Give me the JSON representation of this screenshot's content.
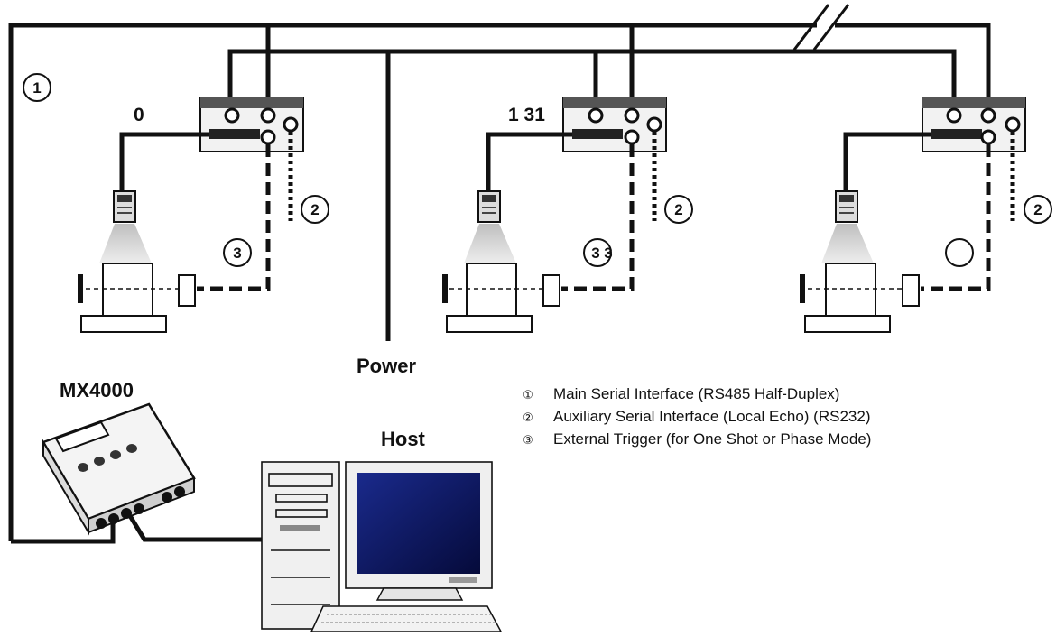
{
  "labels": {
    "node_0": "0",
    "node_1": "1 31",
    "power": "Power",
    "controller": "MX4000",
    "host": "Host"
  },
  "callouts": {
    "c1": "1",
    "c2": "2",
    "c3": "3",
    "c3b": "3",
    "c3b_extra": "3"
  },
  "legend": [
    {
      "num": "①",
      "text": "Main Serial Interface (RS485 Half-Duplex)"
    },
    {
      "num": "②",
      "text": "Auxiliary Serial Interface (Local Echo) (RS232)"
    },
    {
      "num": "③",
      "text": "External Trigger (for One Shot or Phase Mode)"
    }
  ],
  "colors": {
    "line": "#111111",
    "background": "#ffffff",
    "monitor_screen": "#0c1a6e"
  }
}
